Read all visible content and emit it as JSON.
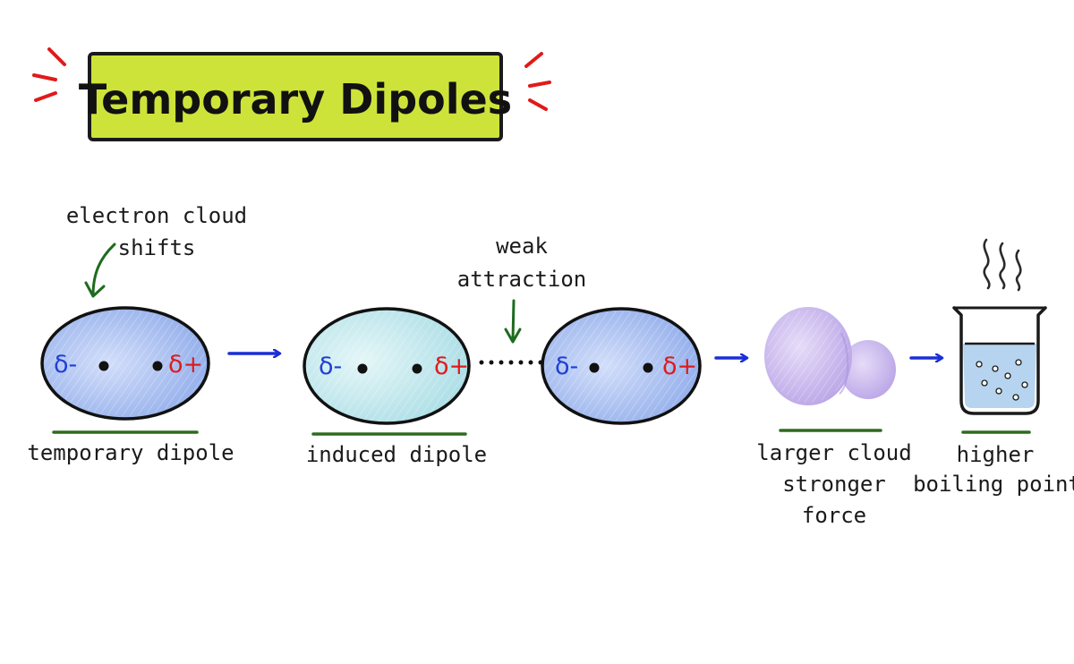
{
  "title": "Temporary Dipoles",
  "labels": {
    "cloud_shift_line1": "electron cloud",
    "cloud_shift_line2": "shifts",
    "weak_line1": "weak",
    "weak_line2": "attraction",
    "temporary_dipole": "temporary dipole",
    "induced_dipole": "induced dipole",
    "larger_line1": "larger cloud",
    "larger_line2": "stronger",
    "larger_line3": "force",
    "higher_line1": "higher",
    "higher_line2": "boiling point"
  },
  "charges": {
    "negative": "δ-",
    "positive": "δ+"
  },
  "colors": {
    "title_bg": "#cde33a",
    "accent_red": "#e01a1a",
    "arrow_blue": "#1a2fd6",
    "annot_green": "#1e6b1e",
    "underline_green": "#2f6b1e",
    "cloud_blue": "#9fb8ee",
    "cloud_cyan": "#b5e4ea",
    "cloud_purple": "#c4b0ea",
    "water_blue": "#a9cdec"
  }
}
